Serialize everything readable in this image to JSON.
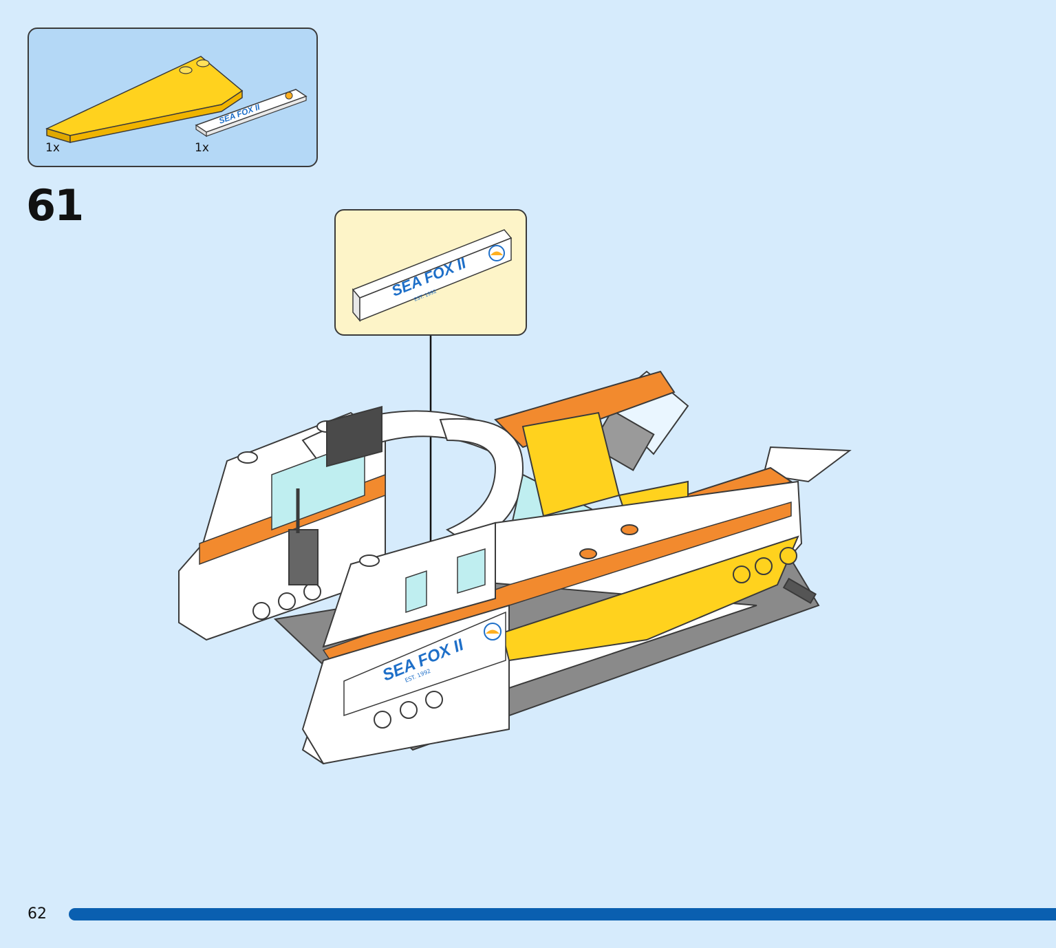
{
  "parts_list": {
    "items": [
      {
        "name": "yellow-wedge-plate",
        "quantity": "1x"
      },
      {
        "name": "white-printed-tile",
        "quantity": "1x",
        "print": "SEA FOX II"
      }
    ]
  },
  "step": {
    "number": "61"
  },
  "callout": {
    "tile_print": "SEA FOX II",
    "tile_subprint": "EST. 1992"
  },
  "model": {
    "hull_print": "SEA FOX II",
    "hull_subprint": "EST. 1992"
  },
  "footer": {
    "page_number": "62"
  },
  "colors": {
    "background": "#d6ebfc",
    "parts_box": "#b4d8f6",
    "callout_box": "#fdf4c8",
    "progress_bar": "#0a5fb0",
    "yellow": "#ffd21e",
    "orange": "#f28a2e",
    "white": "#ffffff",
    "trans_light_blue": "#bfeef0"
  }
}
